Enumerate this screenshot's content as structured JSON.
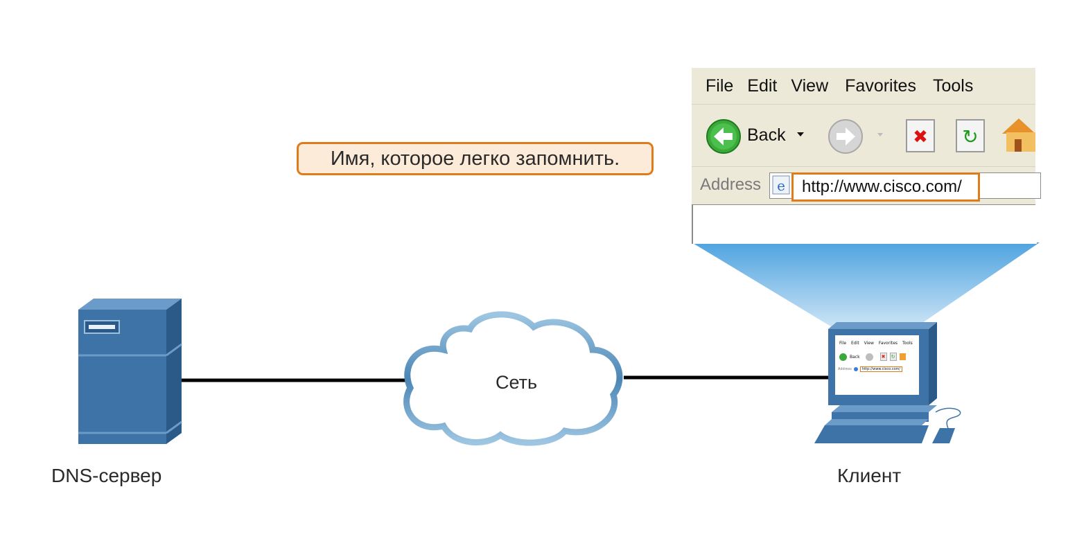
{
  "callout": {
    "text": "Имя, которое легко запомнить."
  },
  "browser": {
    "menu": [
      "File",
      "Edit",
      "View",
      "Favorites",
      "Tools"
    ],
    "back_label": "Back",
    "address_label": "Address",
    "url": "http://www.cisco.com/",
    "mini_menu": [
      "File",
      "Edit",
      "View",
      "Favorites",
      "Tools"
    ],
    "mini_back": "Back",
    "mini_address": "Address",
    "mini_url": "http://www.cisco.com/"
  },
  "nodes": {
    "server_label": "DNS-сервер",
    "network_label": "Сеть",
    "client_label": "Клиент"
  },
  "colors": {
    "accent": "#e07b1a",
    "device_blue": "#3e73a8",
    "cloud_stroke": "#4b86b5",
    "beam": "#5aa7dc"
  }
}
